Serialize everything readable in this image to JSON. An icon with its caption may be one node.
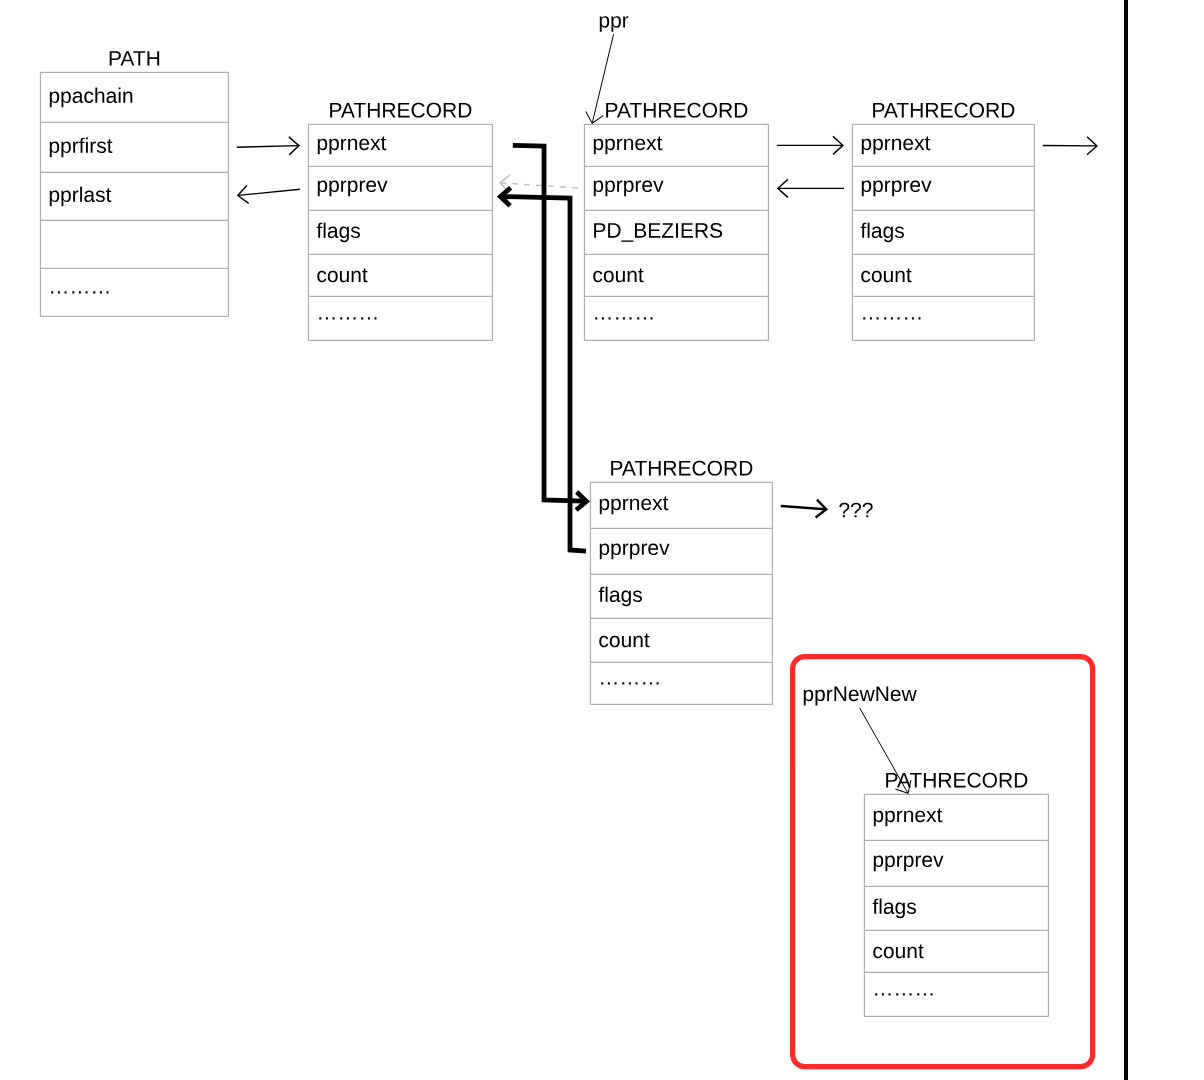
{
  "diagram": {
    "nodes": [
      {
        "text": [
          "PATH"
        ]
      },
      {
        "text": [
          "ppachain"
        ],
        "in": 0
      },
      {
        "text": [
          "pprfirst"
        ],
        "in": 0
      },
      {
        "text": [
          "pprlast"
        ],
        "in": 0
      },
      {
        "text": [],
        "shape": "box",
        "in": 0
      },
      {
        "text": [
          "………"
        ],
        "in": 0
      },
      {
        "text": [
          "PATHRECORD"
        ]
      },
      {
        "text": [
          "pprnext"
        ],
        "in": 6
      },
      {
        "text": [
          "pprprev"
        ],
        "in": 6
      },
      {
        "text": [
          "flags"
        ],
        "in": 6
      },
      {
        "text": [
          "count"
        ],
        "in": 6
      },
      {
        "text": [
          "………"
        ],
        "in": 6
      },
      {
        "text": [
          "ppr"
        ]
      },
      {
        "text": [
          "PATHRECORD"
        ]
      },
      {
        "text": [
          "pprnext"
        ],
        "in": 13
      },
      {
        "text": [
          "pprprev"
        ],
        "in": 13
      },
      {
        "text": [
          "PD_BEZIERS"
        ],
        "in": 13
      },
      {
        "text": [
          "count"
        ],
        "in": 13
      },
      {
        "text": [
          "………"
        ],
        "in": 13
      },
      {
        "text": [
          "PATHRECORD"
        ]
      },
      {
        "text": [
          "pprnext"
        ],
        "in": 19
      },
      {
        "text": [
          "pprprev"
        ],
        "in": 19
      },
      {
        "text": [
          "flags"
        ],
        "in": 19
      },
      {
        "text": [
          "count"
        ],
        "in": 19
      },
      {
        "text": [
          "………"
        ],
        "in": 19
      },
      {
        "text": [
          "PATHRECORD"
        ]
      },
      {
        "text": [
          "pprnext"
        ],
        "in": 25
      },
      {
        "text": [
          "pprprev"
        ],
        "in": 25
      },
      {
        "text": [
          "flags"
        ],
        "in": 25
      },
      {
        "text": [
          "count"
        ],
        "in": 25
      },
      {
        "text": [
          "………"
        ],
        "in": 25
      },
      {
        "text": [
          "???"
        ]
      },
      {
        "text": [],
        "shape": "box"
      },
      {
        "text": [
          "pprNewNew"
        ],
        "in": 32
      },
      {
        "text": [
          "PATHRECORD"
        ],
        "in": 32
      },
      {
        "text": [
          "pprnext"
        ],
        "in": 34
      },
      {
        "text": [
          "pprprev"
        ],
        "in": 34
      },
      {
        "text": [
          "flags"
        ],
        "in": 34
      },
      {
        "text": [
          "count"
        ],
        "in": 34
      },
      {
        "text": [
          "………"
        ],
        "in": 34
      }
    ],
    "edges": [
      {
        "from": 2,
        "to": 7,
        "arrow": "to"
      },
      {
        "from": 8,
        "to": 3,
        "arrow": "to"
      },
      {
        "from": 14,
        "to": 20,
        "arrow": "to"
      },
      {
        "from": 21,
        "to": 15,
        "arrow": "to"
      },
      {
        "from": 20,
        "to": null,
        "arrow": "to"
      },
      {
        "from": 15,
        "to": 8,
        "arrow": "to",
        "style": "dashed",
        "color": "#bfbfbf"
      },
      {
        "from": 7,
        "to": 26,
        "arrow": "to",
        "style": "thick"
      },
      {
        "from": 27,
        "to": 8,
        "arrow": "to",
        "style": "thick"
      },
      {
        "from": 26,
        "to": 31,
        "arrow": "to"
      },
      {
        "from": 12,
        "to": 14,
        "arrow": "to"
      },
      {
        "from": 33,
        "to": 35,
        "arrow": "to"
      }
    ]
  }
}
